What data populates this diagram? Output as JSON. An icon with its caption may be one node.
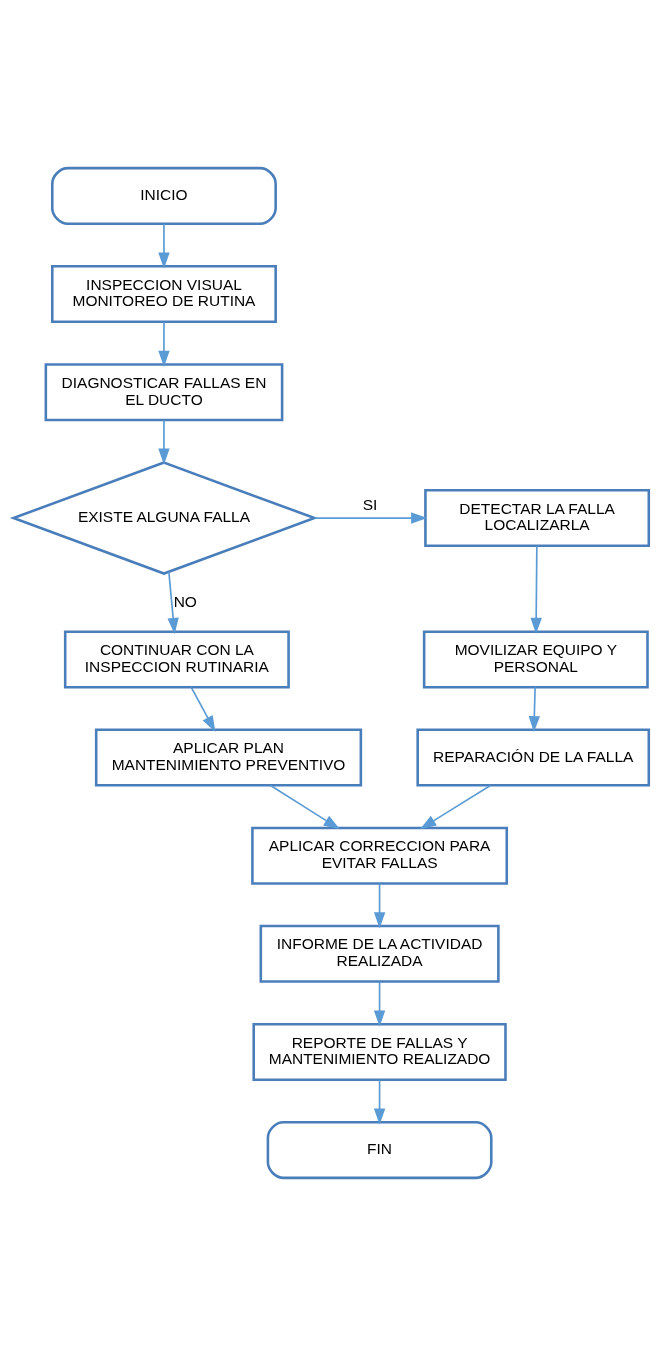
{
  "diagram": {
    "nodes": [
      {
        "text": [
          "INICIO"
        ]
      },
      {
        "text": [
          "INSPECCION VISUAL MONITOREO DE RUTINA"
        ]
      },
      {
        "text": [
          "DIAGNOSTICAR FALLAS EN EL DUCTO"
        ]
      },
      {
        "text": [
          "EXISTE ALGUNA FALLA"
        ]
      },
      {
        "text": [
          "DETECTAR LA FALLA LOCALIZARLA"
        ]
      },
      {
        "text": [
          "CONTINUAR CON LA INSPECCION RUTINARIA"
        ]
      },
      {
        "text": [
          "MOVILIZAR EQUIPO Y PERSONAL"
        ]
      },
      {
        "text": [
          "APLICAR PLAN MANTENIMIENTO PREVENTIVO"
        ]
      },
      {
        "text": [
          "REPARACIÓN DE LA FALLA"
        ]
      },
      {
        "text": [
          "APLICAR CORRECCION PARA EVITAR FALLAS"
        ]
      },
      {
        "text": [
          "INFORME DE LA ACTIVIDAD REALIZADA"
        ]
      },
      {
        "text": [
          "REPORTE DE FALLAS Y MANTENIMIENTO REALIZADO"
        ]
      },
      {
        "text": [
          "FIN"
        ]
      }
    ],
    "edges": [
      {
        "from": 0,
        "to": 1,
        "arrow": "to"
      },
      {
        "from": 1,
        "to": 2,
        "arrow": "to"
      },
      {
        "from": 2,
        "to": 3,
        "arrow": "to"
      },
      {
        "from": 3,
        "to": 4,
        "arrow": "to",
        "label": "SI"
      },
      {
        "from": 3,
        "to": 5,
        "arrow": "to",
        "label": "NO"
      },
      {
        "from": 4,
        "to": 6,
        "arrow": "to"
      },
      {
        "from": 5,
        "to": 7,
        "arrow": "to"
      },
      {
        "from": 6,
        "to": 8,
        "arrow": "to"
      },
      {
        "from": 7,
        "to": 9,
        "arrow": "to"
      },
      {
        "from": 8,
        "to": 9,
        "arrow": "to"
      },
      {
        "from": 9,
        "to": 10,
        "arrow": "to"
      },
      {
        "from": 10,
        "to": 11,
        "arrow": "to"
      },
      {
        "from": 11,
        "to": 12,
        "arrow": "to"
      }
    ]
  }
}
